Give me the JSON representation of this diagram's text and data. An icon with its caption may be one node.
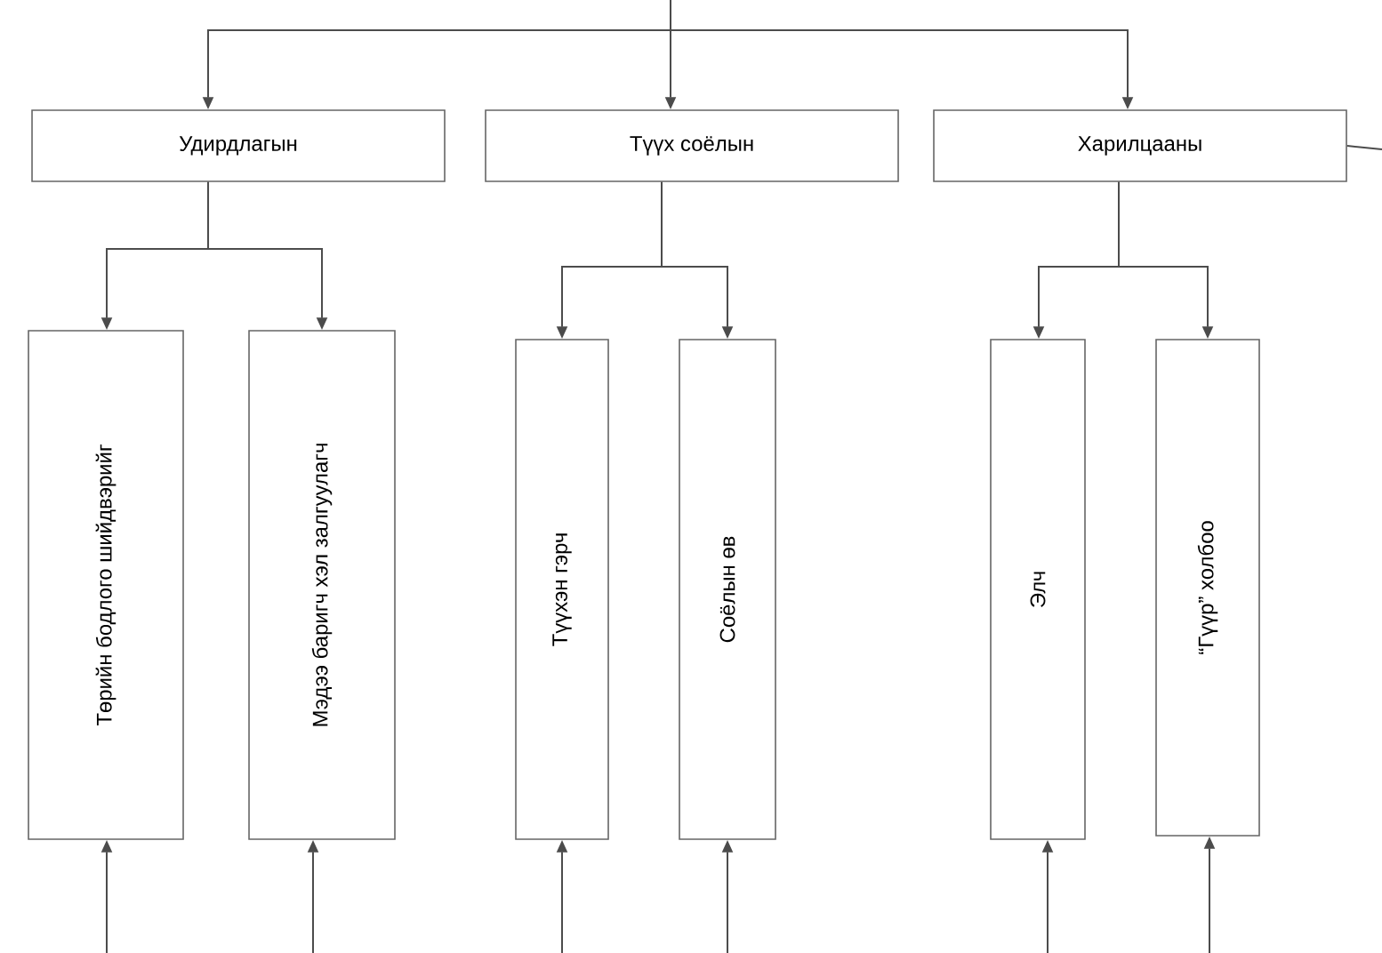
{
  "diagram": {
    "nodes": [
      {
        "text": [
          "Удирдлагын"
        ]
      },
      {
        "text": [
          "Түүх соёлын"
        ]
      },
      {
        "text": [
          "Харилцааны"
        ]
      },
      {
        "text": [
          "Төрийн бодлого шийдвэрийг"
        ]
      },
      {
        "text": [
          "Мэдээ баригч хэл залгуулагч"
        ]
      },
      {
        "text": [
          "Түүхэн гэрч"
        ]
      },
      {
        "text": [
          "Соёлын өв"
        ]
      },
      {
        "text": [
          "Элч"
        ]
      },
      {
        "text": [
          "“Гүүр” холбоо"
        ]
      }
    ],
    "edges": [
      {
        "from": null,
        "to": 0,
        "arrow": "to"
      },
      {
        "from": null,
        "to": 1,
        "arrow": "to"
      },
      {
        "from": null,
        "to": 2,
        "arrow": "to"
      },
      {
        "from": 0,
        "to": 3,
        "arrow": "to"
      },
      {
        "from": 0,
        "to": 4,
        "arrow": "to"
      },
      {
        "from": 1,
        "to": 5,
        "arrow": "to"
      },
      {
        "from": 1,
        "to": 6,
        "arrow": "to"
      },
      {
        "from": 2,
        "to": 7,
        "arrow": "to"
      },
      {
        "from": 2,
        "to": 8,
        "arrow": "to"
      },
      {
        "from": null,
        "to": 3,
        "arrow": "to"
      },
      {
        "from": null,
        "to": 4,
        "arrow": "to"
      },
      {
        "from": null,
        "to": 5,
        "arrow": "to"
      },
      {
        "from": null,
        "to": 6,
        "arrow": "to"
      },
      {
        "from": null,
        "to": 7,
        "arrow": "to"
      },
      {
        "from": null,
        "to": 8,
        "arrow": "to"
      },
      {
        "from": 2,
        "to": null,
        "arrow": "none"
      }
    ]
  }
}
